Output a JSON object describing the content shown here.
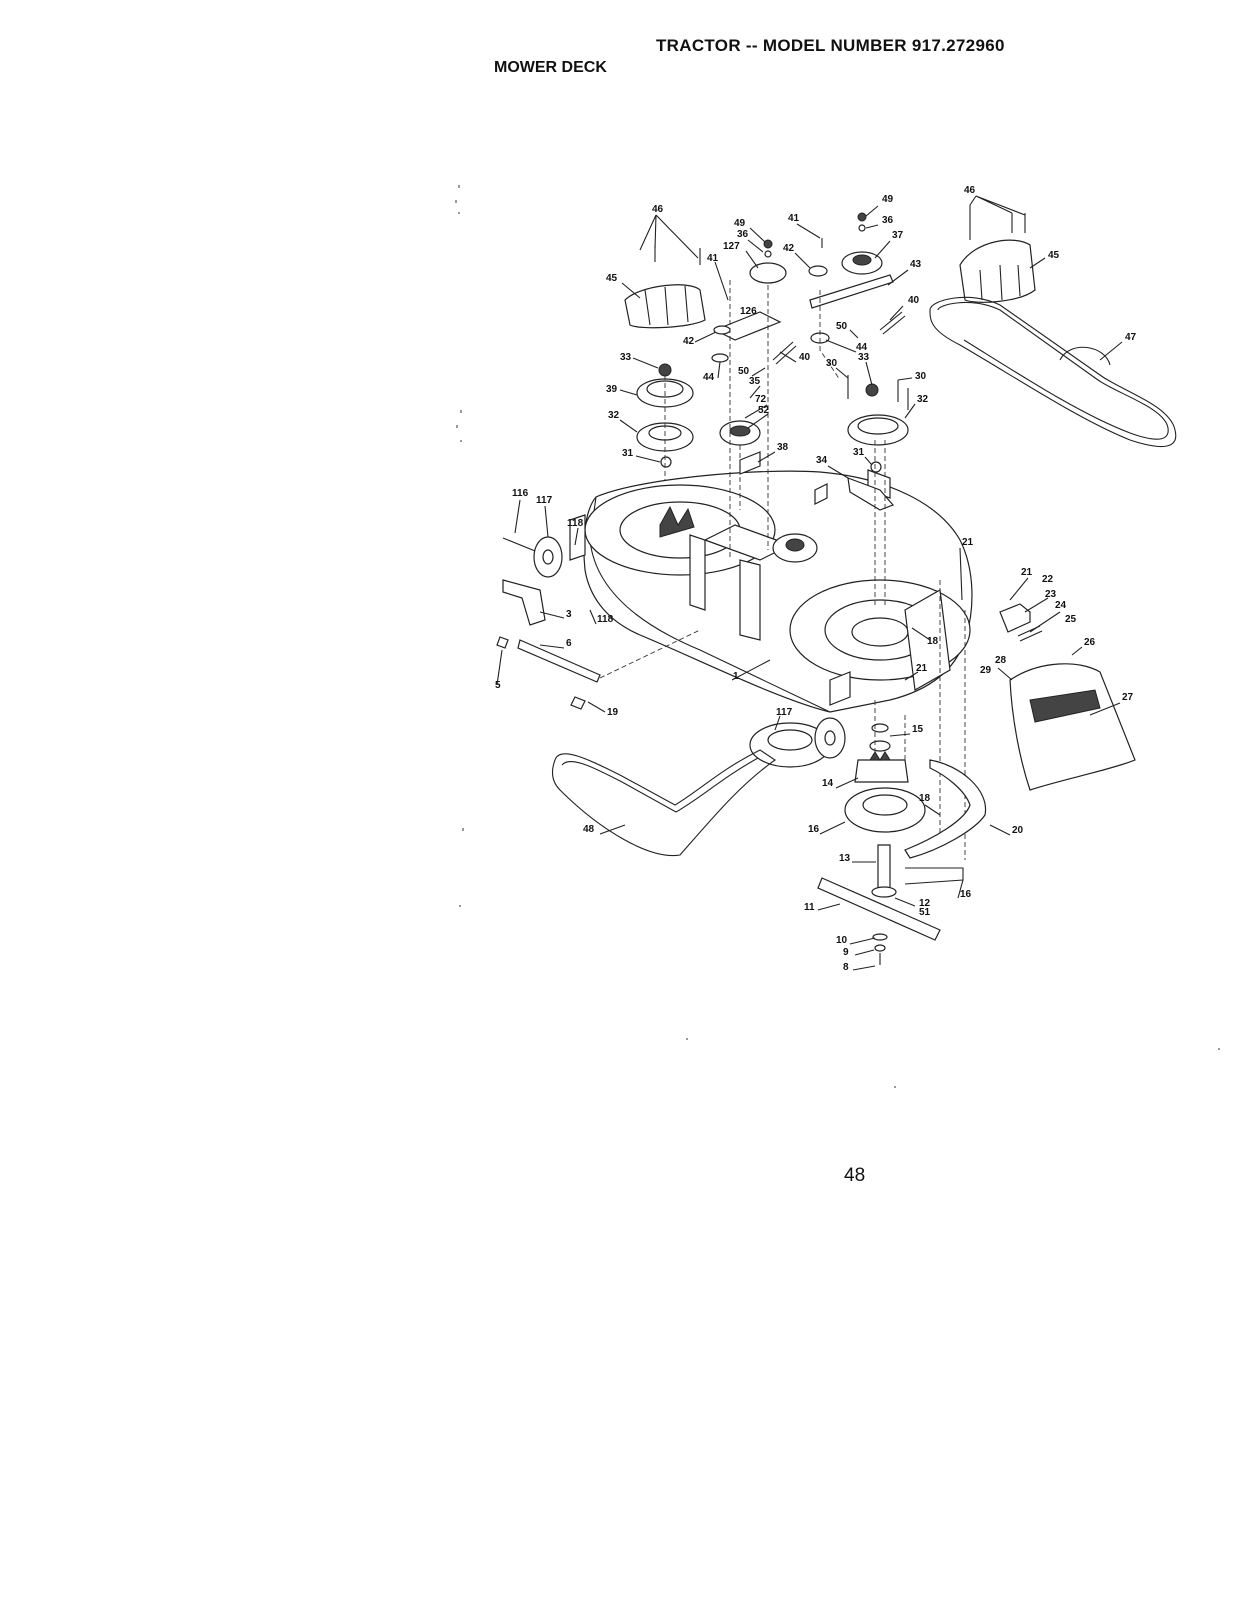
{
  "header": {
    "title": "TRACTOR -- MODEL NUMBER 917.272960",
    "section": "MOWER DECK"
  },
  "page_number": "48",
  "callouts": [
    {
      "id": "c46a",
      "text": "46"
    },
    {
      "id": "c49a",
      "text": "49"
    },
    {
      "id": "c36a",
      "text": "36"
    },
    {
      "id": "c127",
      "text": "127"
    },
    {
      "id": "c41a",
      "text": "41"
    },
    {
      "id": "c41b",
      "text": "41"
    },
    {
      "id": "c42a",
      "text": "42"
    },
    {
      "id": "c49b",
      "text": "49"
    },
    {
      "id": "c36b",
      "text": "36"
    },
    {
      "id": "c37",
      "text": "37"
    },
    {
      "id": "c43",
      "text": "43"
    },
    {
      "id": "c46b",
      "text": "46"
    },
    {
      "id": "c45a",
      "text": "45"
    },
    {
      "id": "c45b",
      "text": "45"
    },
    {
      "id": "c126",
      "text": "126"
    },
    {
      "id": "c42b",
      "text": "42"
    },
    {
      "id": "c40a",
      "text": "40"
    },
    {
      "id": "c50a",
      "text": "50"
    },
    {
      "id": "c44a",
      "text": "44"
    },
    {
      "id": "c47",
      "text": "47"
    },
    {
      "id": "c33a",
      "text": "33"
    },
    {
      "id": "c40b",
      "text": "40"
    },
    {
      "id": "c50b",
      "text": "50"
    },
    {
      "id": "c44b",
      "text": "44"
    },
    {
      "id": "c33b",
      "text": "33"
    },
    {
      "id": "c30a",
      "text": "30"
    },
    {
      "id": "c30b",
      "text": "30"
    },
    {
      "id": "c35",
      "text": "35"
    },
    {
      "id": "c39",
      "text": "39"
    },
    {
      "id": "c72",
      "text": "72"
    },
    {
      "id": "c52",
      "text": "52"
    },
    {
      "id": "c32a",
      "text": "32"
    },
    {
      "id": "c32b",
      "text": "32"
    },
    {
      "id": "c38",
      "text": "38"
    },
    {
      "id": "c31a",
      "text": "31"
    },
    {
      "id": "c31b",
      "text": "31"
    },
    {
      "id": "c34",
      "text": "34"
    },
    {
      "id": "c116a",
      "text": "116"
    },
    {
      "id": "c117a",
      "text": "117"
    },
    {
      "id": "c118a",
      "text": "118"
    },
    {
      "id": "c21a",
      "text": "21"
    },
    {
      "id": "c21b",
      "text": "21"
    },
    {
      "id": "c22",
      "text": "22"
    },
    {
      "id": "c23",
      "text": "23"
    },
    {
      "id": "c24",
      "text": "24"
    },
    {
      "id": "c25",
      "text": "25"
    },
    {
      "id": "c3",
      "text": "3"
    },
    {
      "id": "c118b",
      "text": "118"
    },
    {
      "id": "c18a",
      "text": "18"
    },
    {
      "id": "c26",
      "text": "26"
    },
    {
      "id": "c6",
      "text": "6"
    },
    {
      "id": "c21c",
      "text": "21"
    },
    {
      "id": "c28",
      "text": "28"
    },
    {
      "id": "c29",
      "text": "29"
    },
    {
      "id": "c27",
      "text": "27"
    },
    {
      "id": "c5",
      "text": "5"
    },
    {
      "id": "c1",
      "text": "1"
    },
    {
      "id": "c19",
      "text": "19"
    },
    {
      "id": "c117b",
      "text": "117"
    },
    {
      "id": "c15",
      "text": "15"
    },
    {
      "id": "c14",
      "text": "14"
    },
    {
      "id": "c18b",
      "text": "18"
    },
    {
      "id": "c16a",
      "text": "16"
    },
    {
      "id": "c20",
      "text": "20"
    },
    {
      "id": "c48",
      "text": "48"
    },
    {
      "id": "c13",
      "text": "13"
    },
    {
      "id": "c16b",
      "text": "16"
    },
    {
      "id": "c11",
      "text": "11"
    },
    {
      "id": "c12",
      "text": "12"
    },
    {
      "id": "c51",
      "text": "51"
    },
    {
      "id": "c10",
      "text": "10"
    },
    {
      "id": "c9",
      "text": "9"
    },
    {
      "id": "c8",
      "text": "8"
    }
  ]
}
